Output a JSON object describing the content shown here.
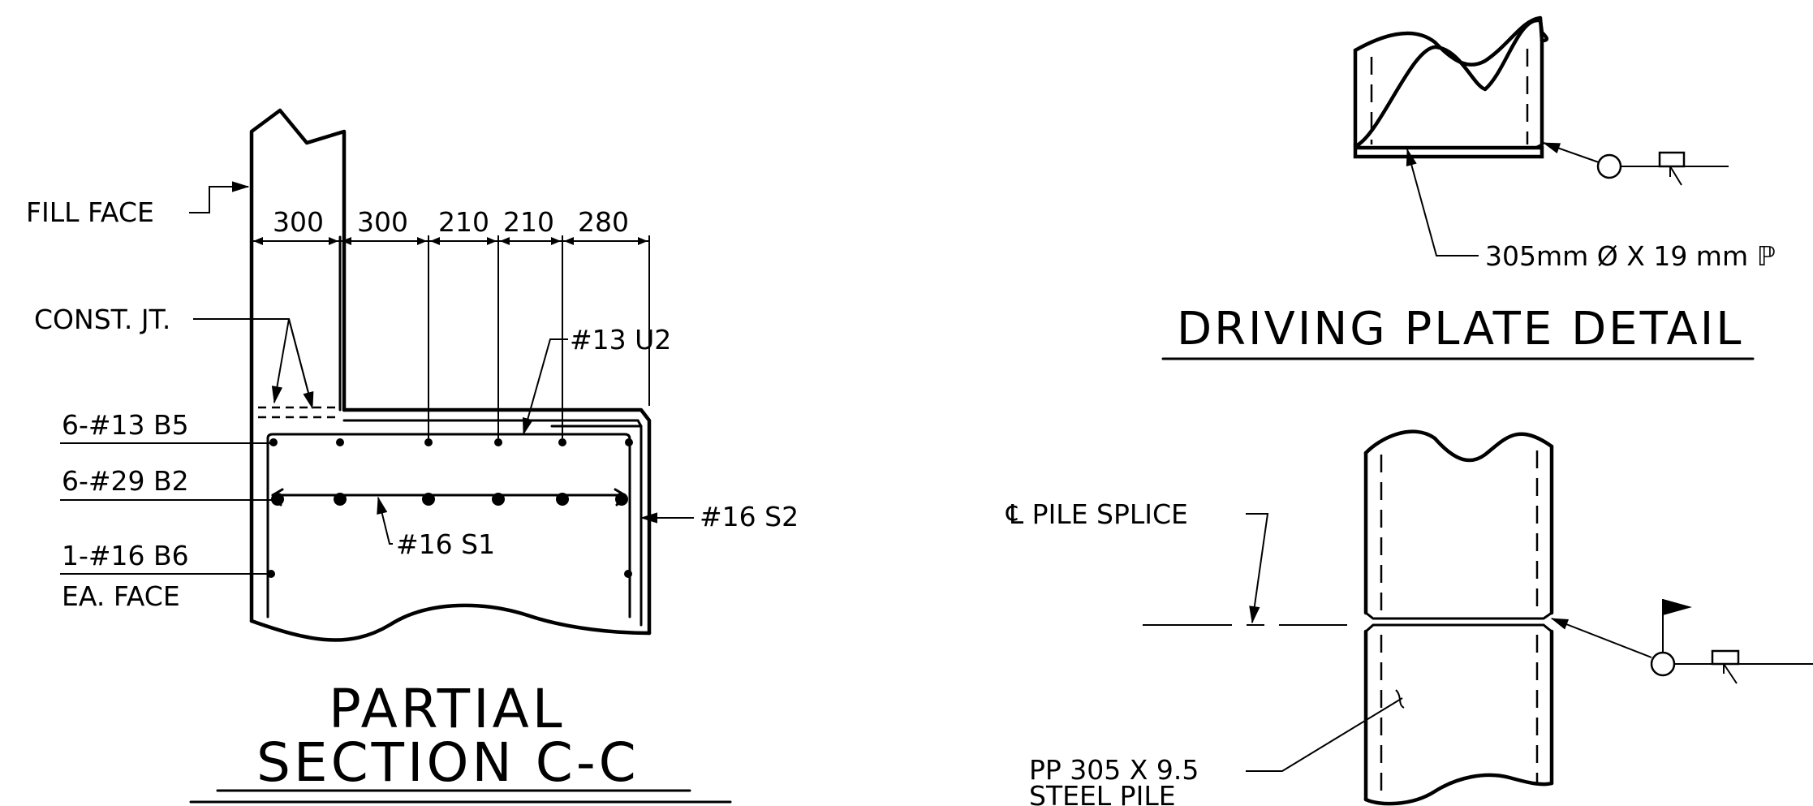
{
  "section_cc": {
    "title_line1": "PARTIAL",
    "title_line2": "SECTION C-C",
    "labels": {
      "fill_face": "FILL FACE",
      "const_jt": "CONST. JT.",
      "b5": "6-#13 B5",
      "b2": "6-#29 B2",
      "b6": "1-#16 B6",
      "ea_face": "EA. FACE",
      "u2": "#13 U2",
      "s1": "#16 S1",
      "s2": "#16 S2"
    },
    "dimensions": [
      "300",
      "300",
      "210",
      "210",
      "280"
    ]
  },
  "driving_plate": {
    "title": "DRIVING PLATE DETAIL",
    "plate_note": "305mm  Ø X 19 mm  ℙ"
  },
  "pile_splice": {
    "splice_label": "℄ PILE SPLICE",
    "pile_line1": "PP 305 X 9.5",
    "pile_line2": "STEEL PILE"
  }
}
